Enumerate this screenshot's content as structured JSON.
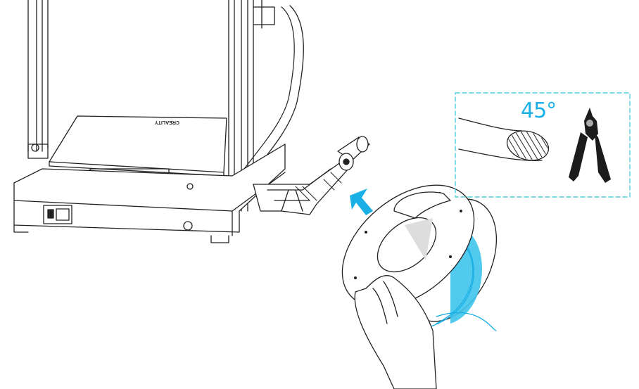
{
  "inset": {
    "angle_label": "45°",
    "border_color": "#4fcde0",
    "accent_color": "#1ab0e6"
  },
  "printer": {
    "logo_text": "CREALITY"
  },
  "icons": [
    "printer-illustration",
    "spool-holder",
    "arrow-up-icon",
    "filament-spool",
    "hands",
    "filament-end",
    "side-cutter-pliers"
  ]
}
